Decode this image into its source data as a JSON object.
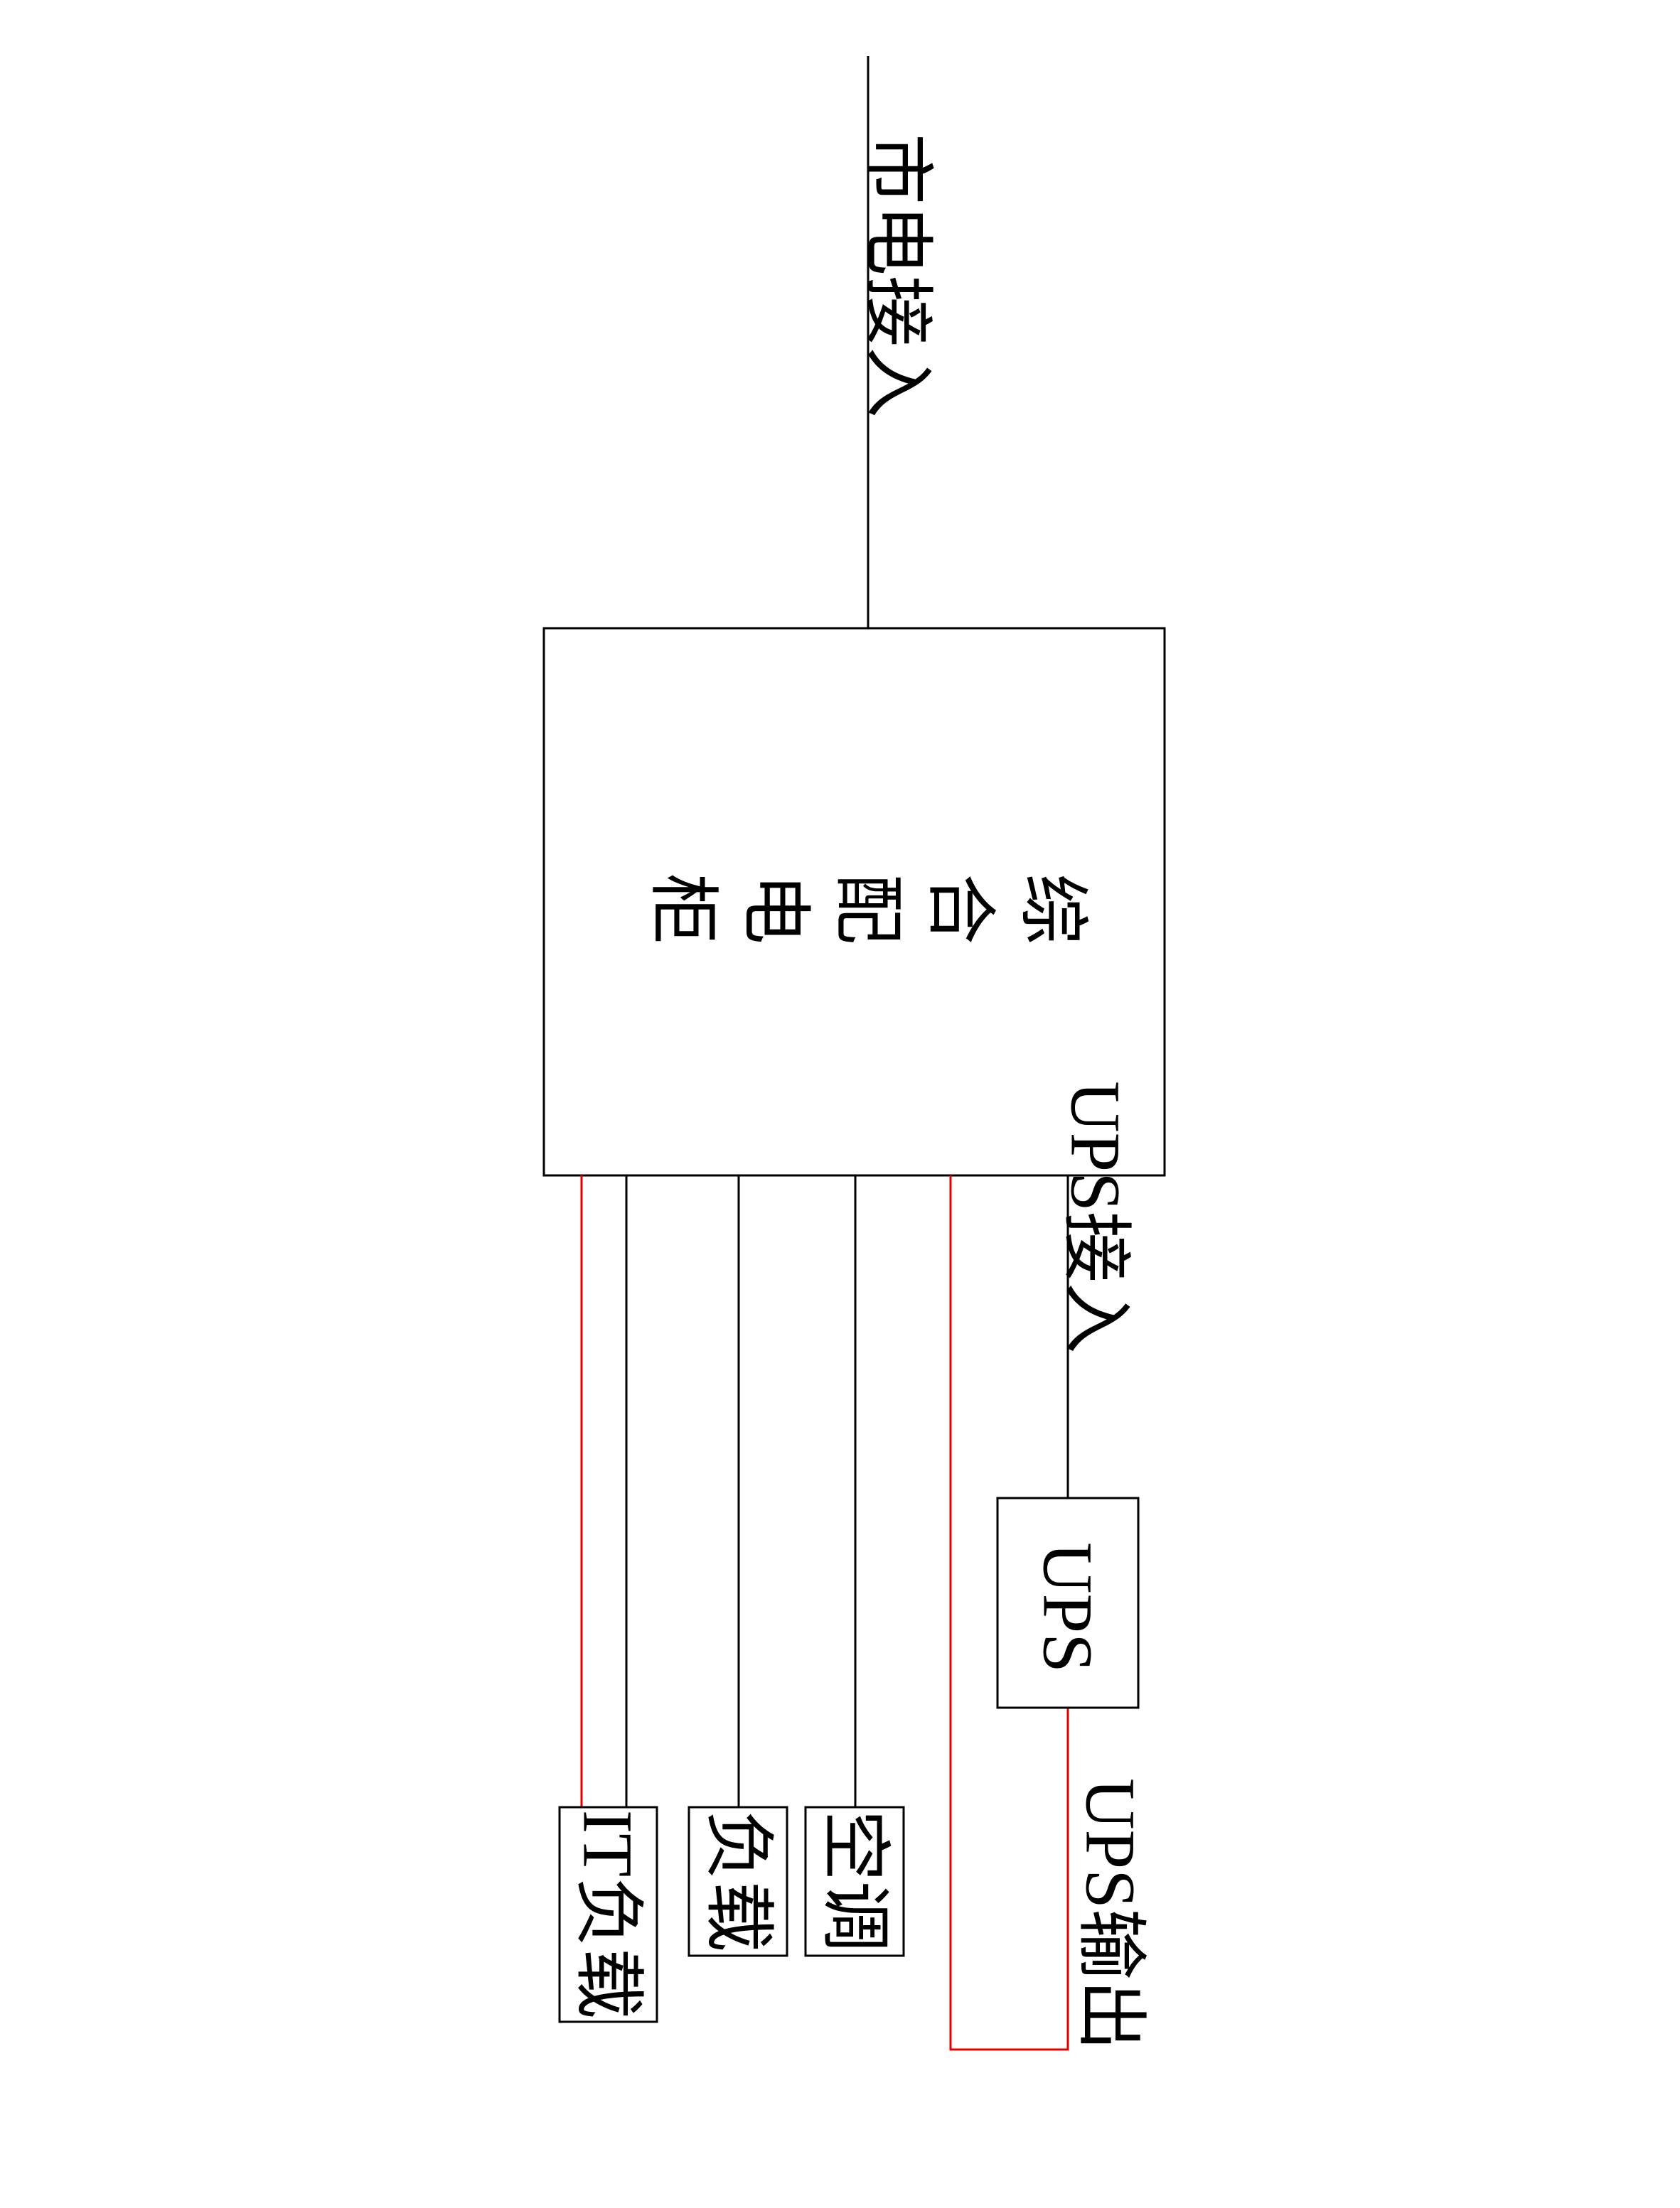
{
  "labels": {
    "mains_input": "市电接入",
    "cabinet_chars": [
      "综",
      "合",
      "配",
      "电",
      "柜"
    ],
    "ups_input": "UPS接入",
    "ups": "UPS",
    "ups_output": "UPS输出",
    "it_load": "IT负载",
    "load": "负载",
    "air_conditioning": "空调"
  },
  "colors": {
    "line": "#000000",
    "ups_circuit": "#e00000"
  }
}
